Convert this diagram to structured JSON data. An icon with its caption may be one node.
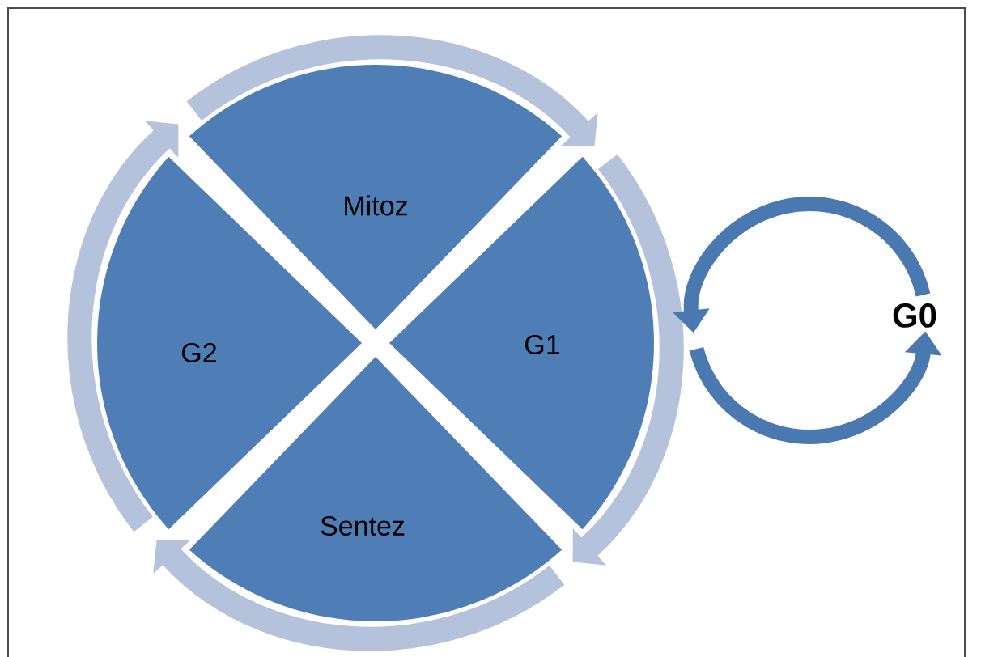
{
  "diagram": {
    "nodes": [
      {
        "text": [
          "Mitoz"
        ]
      },
      {
        "text": [
          "G1"
        ]
      },
      {
        "text": [
          "Sentez"
        ]
      },
      {
        "text": [
          "G2"
        ]
      },
      {
        "text": [
          "G0"
        ]
      }
    ],
    "edges": [
      {
        "from": 0,
        "to": 1,
        "arrow": "to"
      },
      {
        "from": 1,
        "to": 2,
        "arrow": "to"
      },
      {
        "from": 2,
        "to": 3,
        "arrow": "to"
      },
      {
        "from": 3,
        "to": 0,
        "arrow": "to"
      },
      {
        "from": 4,
        "to": 1,
        "arrow": "to",
        "color": "#4a78b0"
      },
      {
        "from": 1,
        "to": 4,
        "arrow": "to",
        "color": "#4a78b0"
      }
    ]
  }
}
